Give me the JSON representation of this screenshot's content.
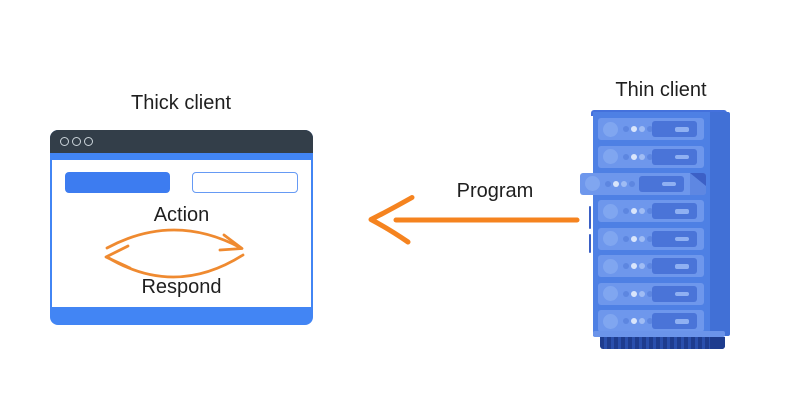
{
  "diagram": {
    "thick_client": {
      "title": "Thick client",
      "action_label": "Action",
      "respond_label": "Respond"
    },
    "thin_client": {
      "title": "Thin client",
      "server_units": 8
    },
    "transfer": {
      "label": "Program",
      "direction": "server-to-client"
    }
  },
  "colors": {
    "background": "#ffffff",
    "text": "#1f1f1f",
    "accent_blue": "#4285F4",
    "titlebar_dark": "#333E49",
    "button_blue": "#3D7CF0",
    "outline_blue": "#669AF4",
    "orange_arrow": "#F5831F",
    "server_body": "#4E80E4",
    "server_slat": "#6E97EC",
    "server_vent_panel": "#4A74D8",
    "server_side_panel": "#4170D6",
    "server_base": "#2A4FAC"
  }
}
